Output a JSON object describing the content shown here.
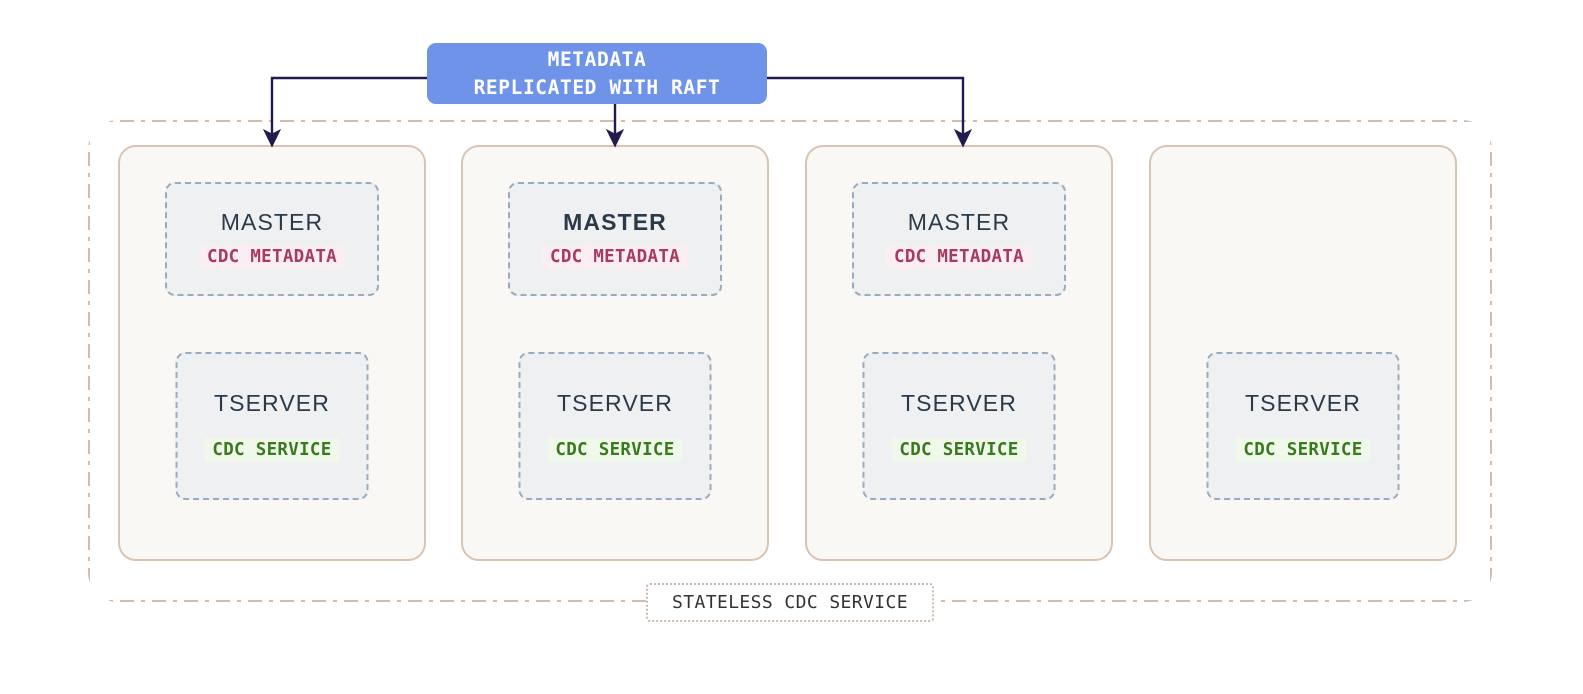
{
  "diagram": {
    "metadata_box": {
      "line1": "METADATA",
      "line2": "REPLICATED WITH RAFT",
      "color": "#6f93e8",
      "text_color": "#ffffff"
    },
    "container": {
      "label": "STATELESS CDC SERVICE",
      "border_color": "#d2bcab",
      "border_style": "dash-dot"
    },
    "palette": {
      "card_fill": "#faf8f5",
      "card_border": "#d7c4b4",
      "proc_fill": "#eef0f1",
      "proc_border": "#9aabbf",
      "proc_text": "#2b3a4a",
      "metadata_tag_text": "#a8395f",
      "metadata_tag_bg": "#fbeef3",
      "service_tag_text": "#3a7a1e",
      "service_tag_bg": "#eff8ea",
      "arrow_color": "#231a4f"
    },
    "nodes": [
      {
        "id": "node-0",
        "has_master": true,
        "master": {
          "title": "MASTER",
          "leader": false,
          "tag": "CDC METADATA"
        },
        "tserver": {
          "title": "TSERVER",
          "tag": "CDC SERVICE"
        },
        "has_incoming_arrow": true
      },
      {
        "id": "node-1",
        "has_master": true,
        "master": {
          "title": "MASTER",
          "leader": true,
          "tag": "CDC METADATA"
        },
        "tserver": {
          "title": "TSERVER",
          "tag": "CDC SERVICE"
        },
        "has_incoming_arrow": true
      },
      {
        "id": "node-2",
        "has_master": true,
        "master": {
          "title": "MASTER",
          "leader": false,
          "tag": "CDC METADATA"
        },
        "tserver": {
          "title": "TSERVER",
          "tag": "CDC SERVICE"
        },
        "has_incoming_arrow": true
      },
      {
        "id": "node-3",
        "has_master": false,
        "master": {
          "title": "",
          "leader": false,
          "tag": ""
        },
        "tserver": {
          "title": "TSERVER",
          "tag": "CDC SERVICE"
        },
        "has_incoming_arrow": false
      }
    ]
  }
}
